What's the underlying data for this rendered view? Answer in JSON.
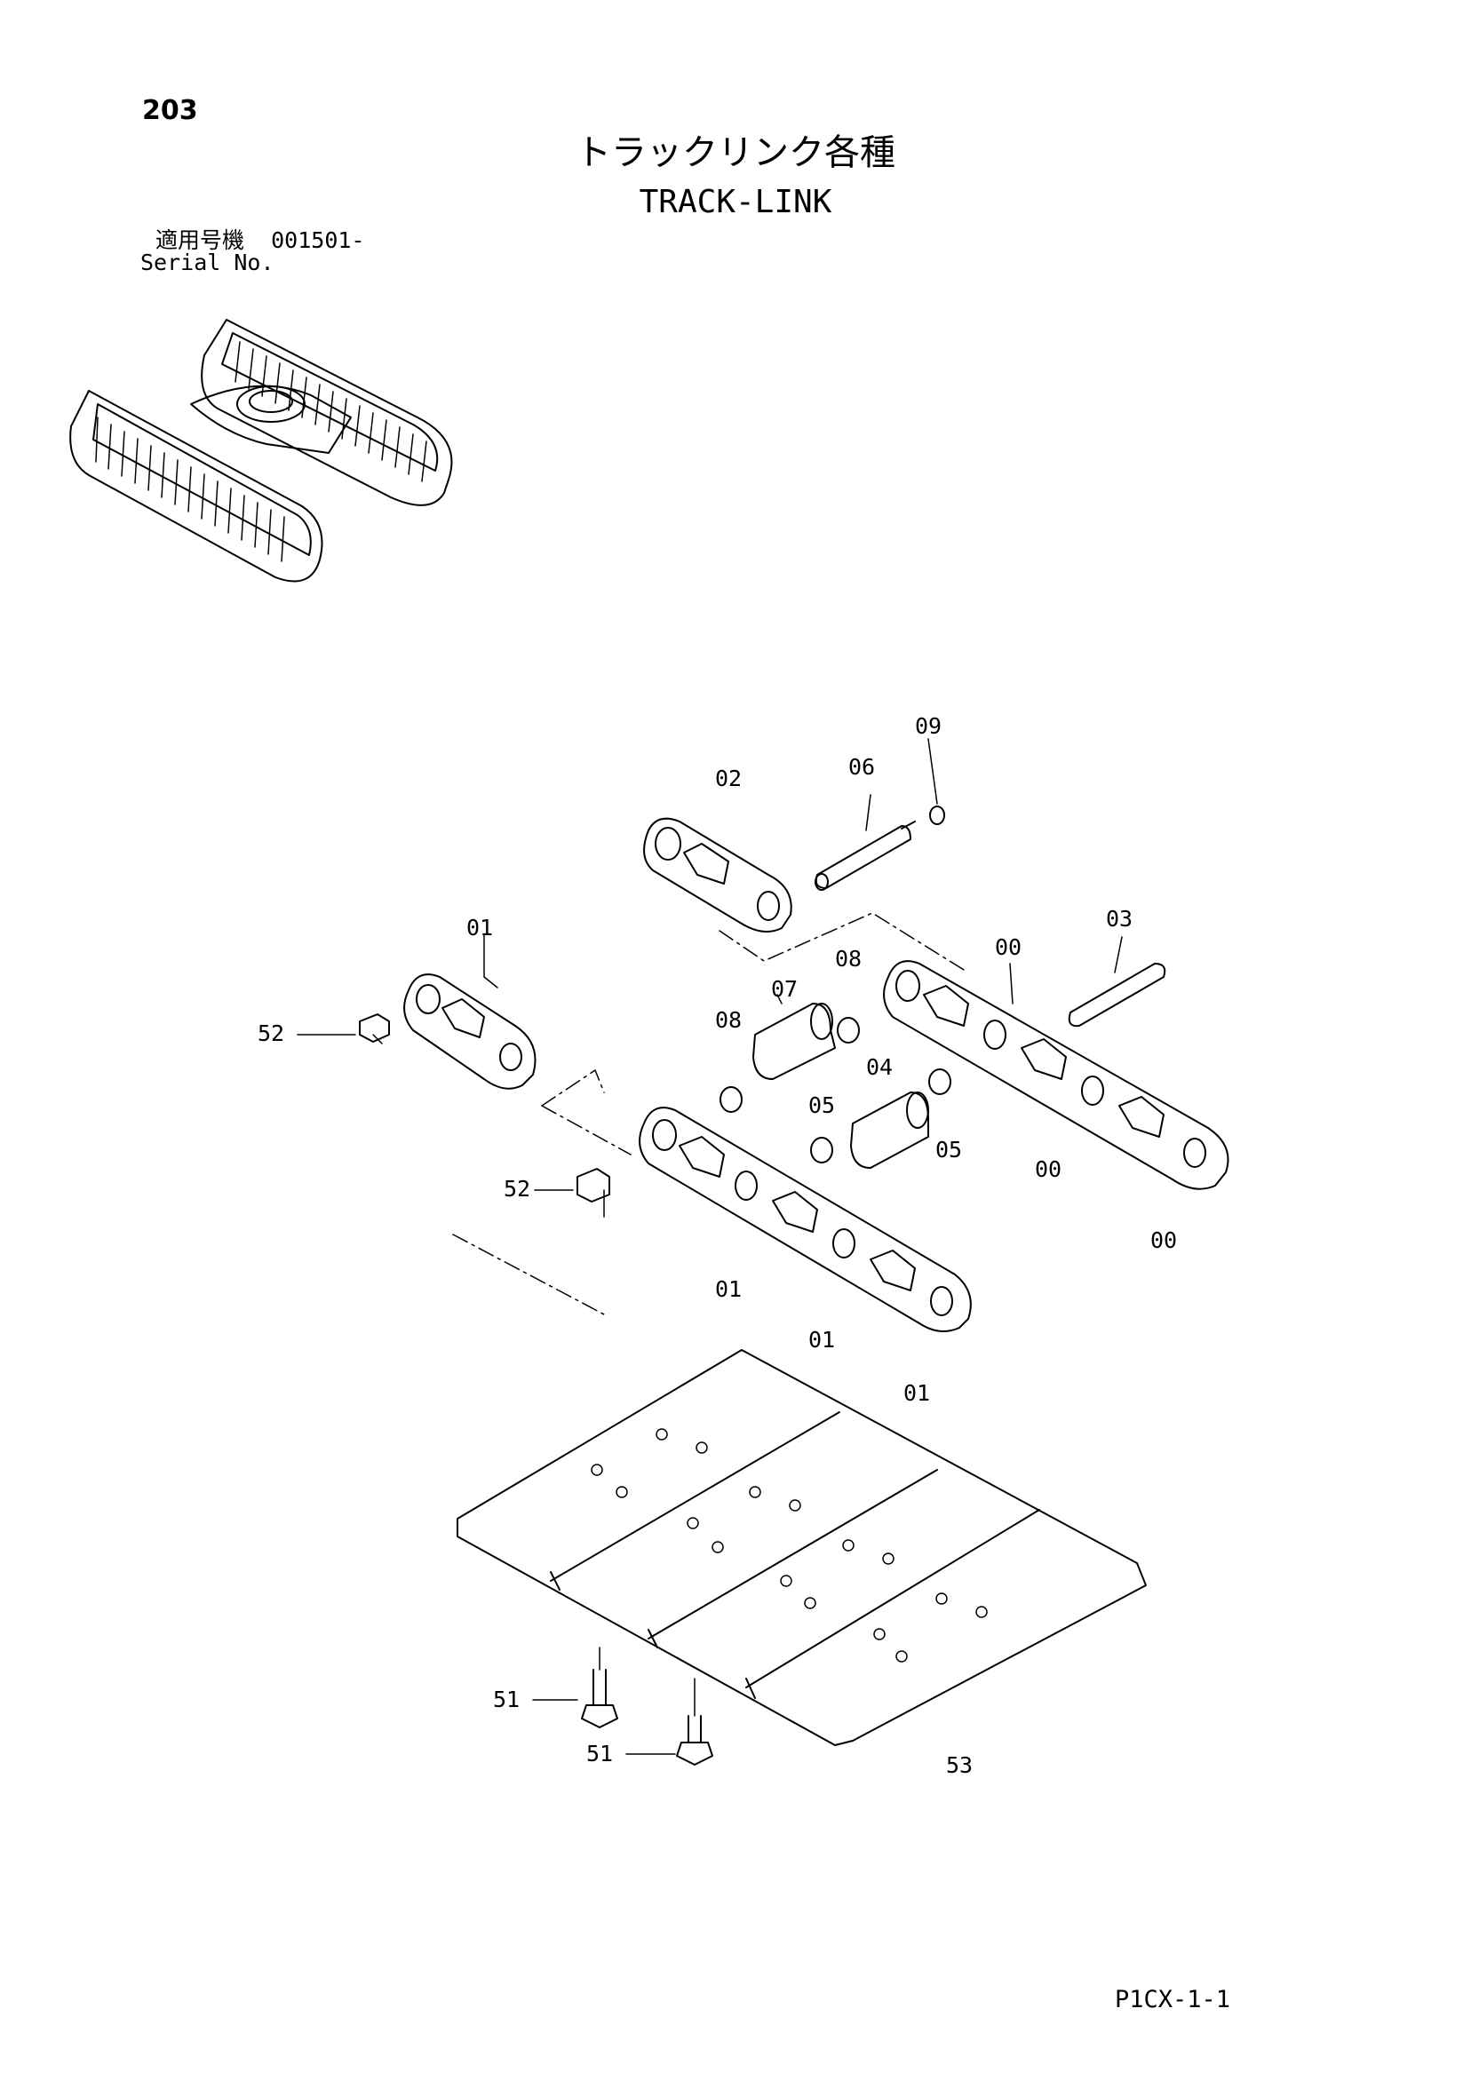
{
  "header": {
    "page_number": "203",
    "title_jp": "トラックリンク各種",
    "title_en": "TRACK-LINK",
    "serial_label_jp": "適用号機",
    "serial_value": "001501-",
    "serial_label_en": "Serial No."
  },
  "callouts": {
    "c00a": "00",
    "c00b": "00",
    "c00c": "00",
    "c01a": "01",
    "c01b": "01",
    "c01c": "01",
    "c01d": "01",
    "c02": "02",
    "c03": "03",
    "c04": "04",
    "c05a": "05",
    "c05b": "05",
    "c06": "06",
    "c07": "07",
    "c08a": "08",
    "c08b": "08",
    "c09": "09",
    "c51a": "51",
    "c51b": "51",
    "c52a": "52",
    "c52b": "52",
    "c53": "53"
  },
  "footer": {
    "code": "P1CX-1-1"
  }
}
